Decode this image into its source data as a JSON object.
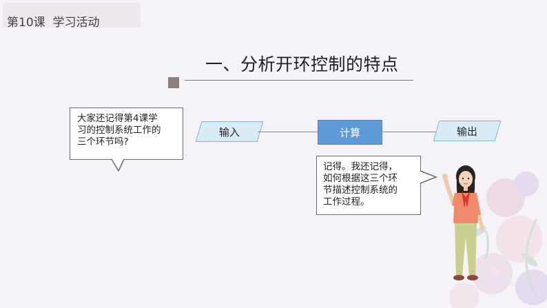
{
  "header": {
    "lesson": "第10课",
    "title": "学习活动"
  },
  "section_title": "一、分析开环控制的特点",
  "callout_left": {
    "lines": [
      "大家还记得第4课学",
      "习的控制系统工作的",
      "三个环节吗?"
    ]
  },
  "flow": {
    "input_label": "输入",
    "compute_label": "计算",
    "output_label": "输出"
  },
  "callout_right": {
    "lines": [
      "记得。我还记得，",
      "如何根据这三个环",
      "节描述控制系统的",
      "工作过程。"
    ]
  },
  "colors": {
    "compute_fill": "#5c9bd6",
    "para_fill": "#d8ecf6",
    "para_border": "#7fb3d3",
    "background": "#f6f3f8"
  }
}
